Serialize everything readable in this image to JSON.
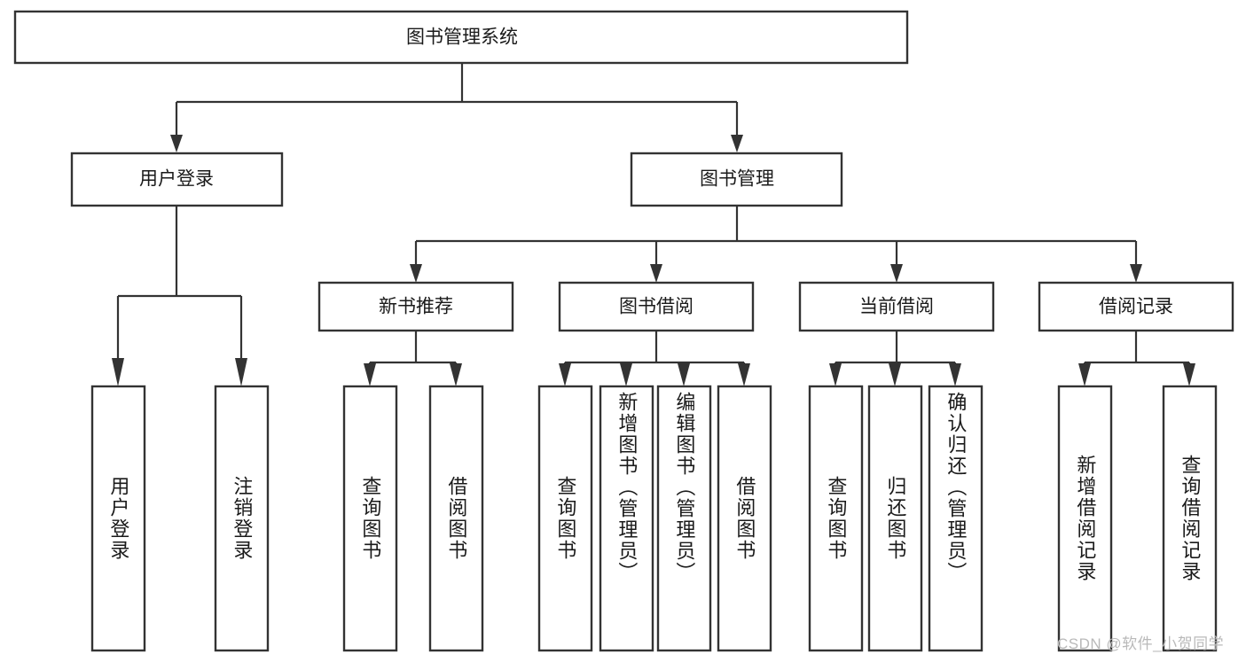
{
  "diagram": {
    "type": "tree-hierarchy-chart",
    "title": "图书管理系统",
    "background_color": "#ffffff",
    "box_border_color": "#333333",
    "connector_color": "#333333",
    "text_color": "#1a1a1a",
    "levels": 4,
    "root": {
      "label": "图书管理系统",
      "children": [
        {
          "label": "用户登录",
          "children": [
            {
              "label": "用户登录",
              "orientation": "vertical"
            },
            {
              "label": "注销登录",
              "orientation": "vertical"
            }
          ]
        },
        {
          "label": "图书管理",
          "children": [
            {
              "label": "新书推荐",
              "children": [
                {
                  "label": "查询图书",
                  "orientation": "vertical"
                },
                {
                  "label": "借阅图书",
                  "orientation": "vertical"
                }
              ]
            },
            {
              "label": "图书借阅",
              "children": [
                {
                  "label": "查询图书",
                  "orientation": "vertical"
                },
                {
                  "label": "新增图书（管理员）",
                  "orientation": "vertical"
                },
                {
                  "label": "编辑图书（管理员）",
                  "orientation": "vertical"
                },
                {
                  "label": "借阅图书",
                  "orientation": "vertical"
                }
              ]
            },
            {
              "label": "当前借阅",
              "children": [
                {
                  "label": "查询图书",
                  "orientation": "vertical"
                },
                {
                  "label": "归还图书",
                  "orientation": "vertical"
                },
                {
                  "label": "确认归还（管理员）",
                  "orientation": "vertical"
                }
              ]
            },
            {
              "label": "借阅记录",
              "children": [
                {
                  "label": "新增借阅记录",
                  "orientation": "vertical"
                },
                {
                  "label": "查询借阅记录",
                  "orientation": "vertical"
                }
              ]
            }
          ]
        }
      ]
    },
    "nodes": {
      "root": "图书管理系统",
      "l1_user_login": "用户登录",
      "l1_book_mgmt": "图书管理",
      "l2_new_book": "新书推荐",
      "l2_borrow": "图书借阅",
      "l2_current": "当前借阅",
      "l2_record": "借阅记录",
      "leaf_user_login": "用户登录",
      "leaf_logout": "注销登录",
      "leaf_nb_query": "查询图书",
      "leaf_nb_borrow": "借阅图书",
      "leaf_bw_query": "查询图书",
      "leaf_bw_add": "新增图书（管理员）",
      "leaf_bw_edit": "编辑图书（管理员）",
      "leaf_bw_borrow": "借阅图书",
      "leaf_cur_query": "查询图书",
      "leaf_cur_return": "归还图书",
      "leaf_cur_confirm": "确认归还（管理员）",
      "leaf_rec_add": "新增借阅记录",
      "leaf_rec_query": "查询借阅记录"
    }
  },
  "watermark": {
    "text": "CSDN @软件_小贺同学",
    "color": "#b9b9b9"
  }
}
